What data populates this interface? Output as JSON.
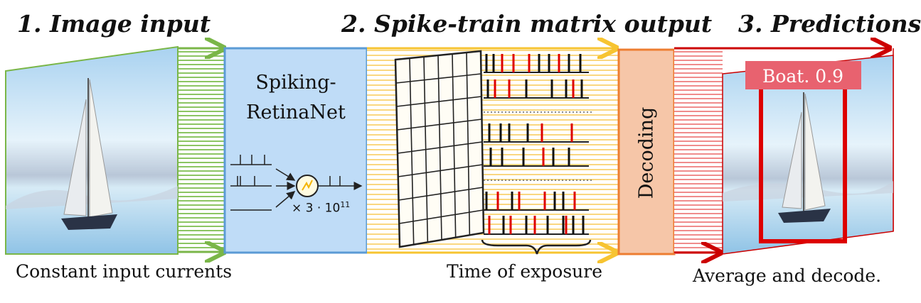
{
  "steps": {
    "input_title": "1. Image input",
    "output_title": "2. Spike-train matrix output",
    "pred_title": "3. Predictions"
  },
  "captions": {
    "input": "Constant input currents",
    "time": "Time of exposure",
    "average": "Average and decode."
  },
  "network": {
    "name_line1": "Spiking-",
    "name_line2": "RetinaNet",
    "neuron_count": "× 3 · 10",
    "neuron_exp": "11"
  },
  "decoding": {
    "label": "Decoding"
  },
  "prediction": {
    "label": "Boat. 0.9"
  },
  "colors": {
    "green": "#7ab648",
    "blue_fill": "#bfdcf7",
    "blue_border": "#5b9bd5",
    "yellow": "#f7c431",
    "decode_fill": "#f6c6a8",
    "decode_border": "#ed7d31",
    "red": "#cc0000",
    "label_bg": "#e8626f"
  }
}
